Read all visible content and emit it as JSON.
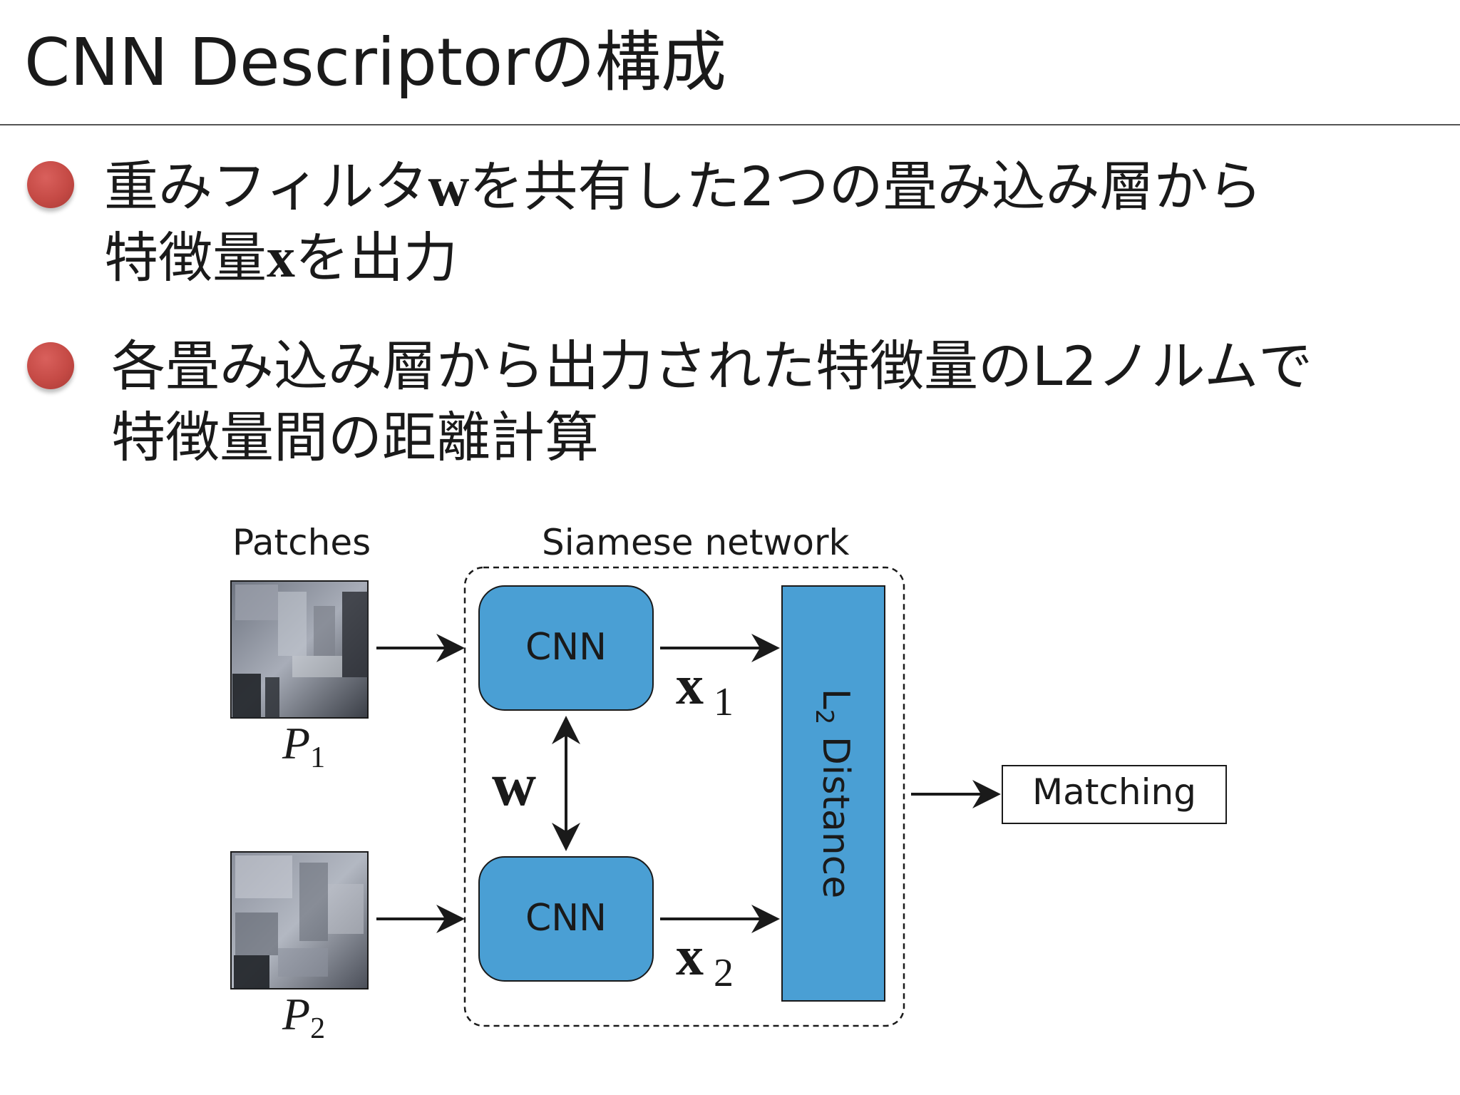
{
  "title": "CNN Descriptorの構成",
  "bullets": [
    {
      "line1_before": "重みフィルタ",
      "line1_var": "w",
      "line1_after": "を共有した2つの畳み込み層から",
      "line2_before": "特徴量",
      "line2_var": "x",
      "line2_after": "を出力"
    },
    {
      "line1": "各畳み込み層から出力された特徴量のL2ノルムで",
      "line2": "特徴量間の距離計算"
    }
  ],
  "diagram": {
    "patches_label": "Patches",
    "siamese_label": "Siamese network",
    "cnn_label": "CNN",
    "p_symbol": "P",
    "p1_sub": "1",
    "p2_sub": "2",
    "x_symbol": "x",
    "x1_sub": "1",
    "x2_sub": "2",
    "w_symbol": "w",
    "l2_main": "L",
    "l2_sub": "2",
    "l2_rest": " Distance",
    "matching_label": "Matching",
    "colors": {
      "cnn_fill": "#4a9fd4",
      "distance_fill": "#4a9fd4",
      "bullet": "#c54a45"
    }
  }
}
